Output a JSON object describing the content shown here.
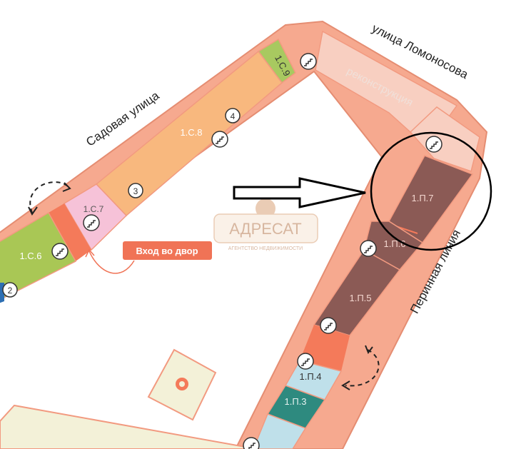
{
  "streets": {
    "lomonosova": "улица Ломоносова",
    "sadovaya": "Садовая улица",
    "perinnaya": "Перинная линия"
  },
  "reconstruction_label": "реконструкция",
  "entrance_label": "Вход во двор",
  "watermark": {
    "title": "АДРЕСАТ",
    "subtitle": "АГЕНТСТВО НЕДВИЖИМОСТИ"
  },
  "units": {
    "c9": "1.С.9",
    "c8": "1.С.8",
    "c7": "1.С.7",
    "c6": "1.С.6",
    "p7": "1.П.7",
    "p6": "1.П.6",
    "p5": "1.П.5",
    "p4": "1.П.4",
    "p3": "1.П.3"
  },
  "entrance_numbers": {
    "n2": "2",
    "n3": "3",
    "n4": "4"
  },
  "colors": {
    "wall": "#f0a68d",
    "c9": "#a8c960",
    "c8": "#f8b87e",
    "c7": "#f6c2d8",
    "c6": "#a9c755",
    "red_block": "#f47a5a",
    "p_units": "#8b5a55",
    "p4": "#bfe0ea",
    "p3": "#2e8a7f",
    "entrance": "#f07356",
    "reconstruction": "#f7cdbf"
  }
}
